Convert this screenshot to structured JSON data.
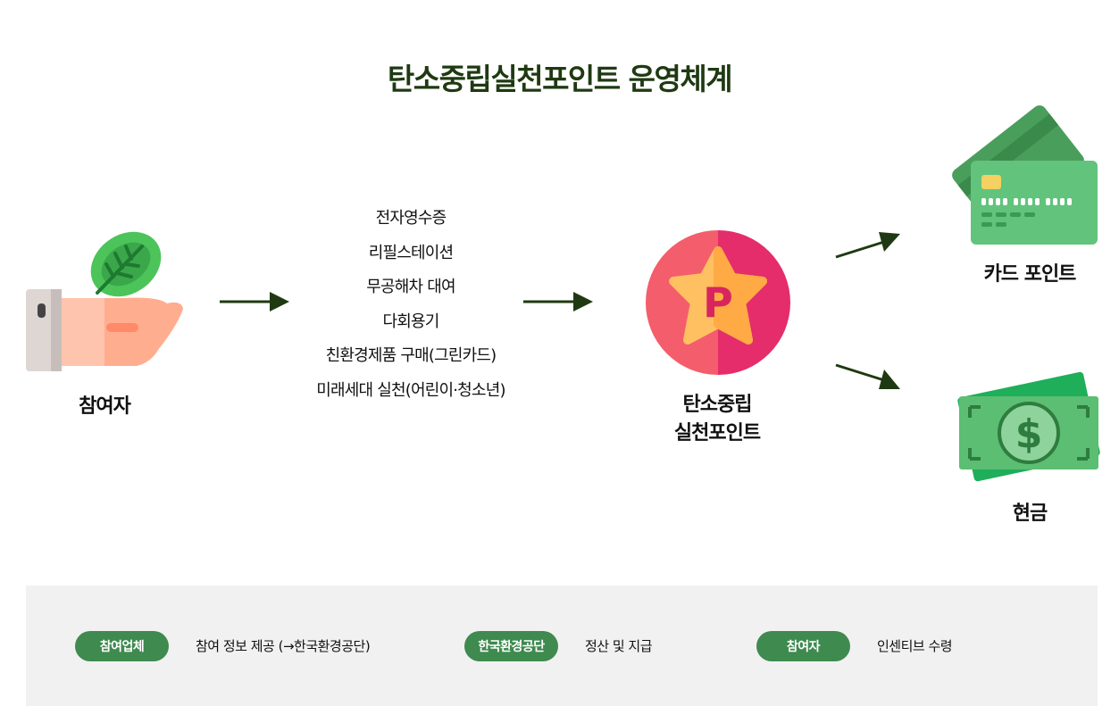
{
  "title": "탄소중립실천포인트 운영체계",
  "participant": {
    "label": "참여자",
    "icon": "hand-leaf-icon"
  },
  "activities": [
    "전자영수증",
    "리필스테이션",
    "무공해차 대여",
    "다회용기",
    "친환경제품 구매(그린카드)",
    "미래세대 실천(어린이·청소년)"
  ],
  "points": {
    "label_line1": "탄소중립",
    "label_line2": "실천포인트",
    "icon": "point-star-badge-icon",
    "badge_letter": "P"
  },
  "rewards": [
    {
      "label": "카드 포인트",
      "icon": "credit-card-icon"
    },
    {
      "label": "현금",
      "icon": "cash-dollar-icon"
    }
  ],
  "legend": [
    {
      "role": "참여업체",
      "desc": "참여 정보 제공 (→한국환경공단)"
    },
    {
      "role": "한국환경공단",
      "desc": "정산 및 지급"
    },
    {
      "role": "참여자",
      "desc": "인센티브 수령"
    }
  ],
  "colors": {
    "title": "#1f3a12",
    "arrow": "#1f3a12",
    "pill": "#3f8a4f",
    "panel_bg": "#f1f1f1",
    "badge_left": "#f45d6b",
    "badge_right": "#e42d6a",
    "star": "#ffb347",
    "card_green": "#5ec57a",
    "cash_green": "#27ae60"
  }
}
